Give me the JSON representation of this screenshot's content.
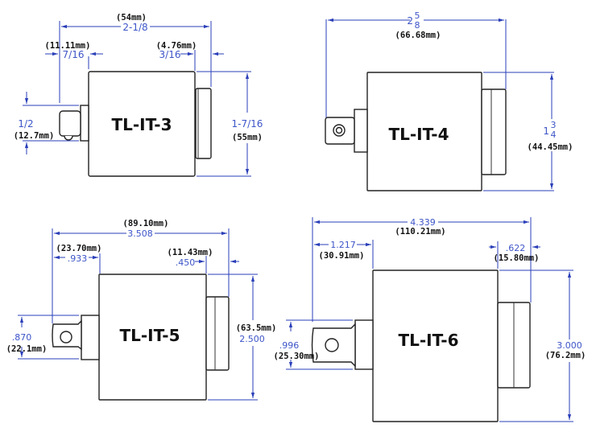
{
  "drawings": [
    {
      "model": "TL-IT-3",
      "overall_length": {
        "value": "2-1/8",
        "mm": "(54mm)"
      },
      "drive_length": {
        "value": "7/16",
        "mm": "(11.11mm)"
      },
      "rear_length": {
        "value": "3/16",
        "mm": "(4.76mm)"
      },
      "drive_size": {
        "value": "1/2",
        "mm": "(12.7mm)"
      },
      "body_height": {
        "value": "1-7/16",
        "mm": "(55mm)"
      }
    },
    {
      "model": "TL-IT-4",
      "overall_length": {
        "whole": "2",
        "num": "5",
        "den": "8",
        "mm": "(66.68mm)"
      },
      "body_height": {
        "whole": "1",
        "num": "3",
        "den": "4",
        "mm": "(44.45mm)"
      }
    },
    {
      "model": "TL-IT-5",
      "overall_length": {
        "value": "3.508",
        "mm": "(89.10mm)"
      },
      "drive_length": {
        "value": ".933",
        "mm": "(23.70mm)"
      },
      "rear_length": {
        "value": ".450",
        "mm": "(11.43mm)"
      },
      "drive_size": {
        "value": ".870",
        "mm": "(22.1mm)"
      },
      "body_height": {
        "value": "2.500",
        "mm": "(63.5mm)"
      }
    },
    {
      "model": "TL-IT-6",
      "overall_length": {
        "value": "4.339",
        "mm": "(110.21mm)"
      },
      "drive_length": {
        "value": "1.217",
        "mm": "(30.91mm)"
      },
      "rear_length": {
        "value": ".622",
        "mm": "(15.80mm)"
      },
      "drive_size": {
        "value": ".996",
        "mm": "(25.30mm)"
      },
      "body_height": {
        "value": "3.000",
        "mm": "(76.2mm)"
      }
    }
  ]
}
